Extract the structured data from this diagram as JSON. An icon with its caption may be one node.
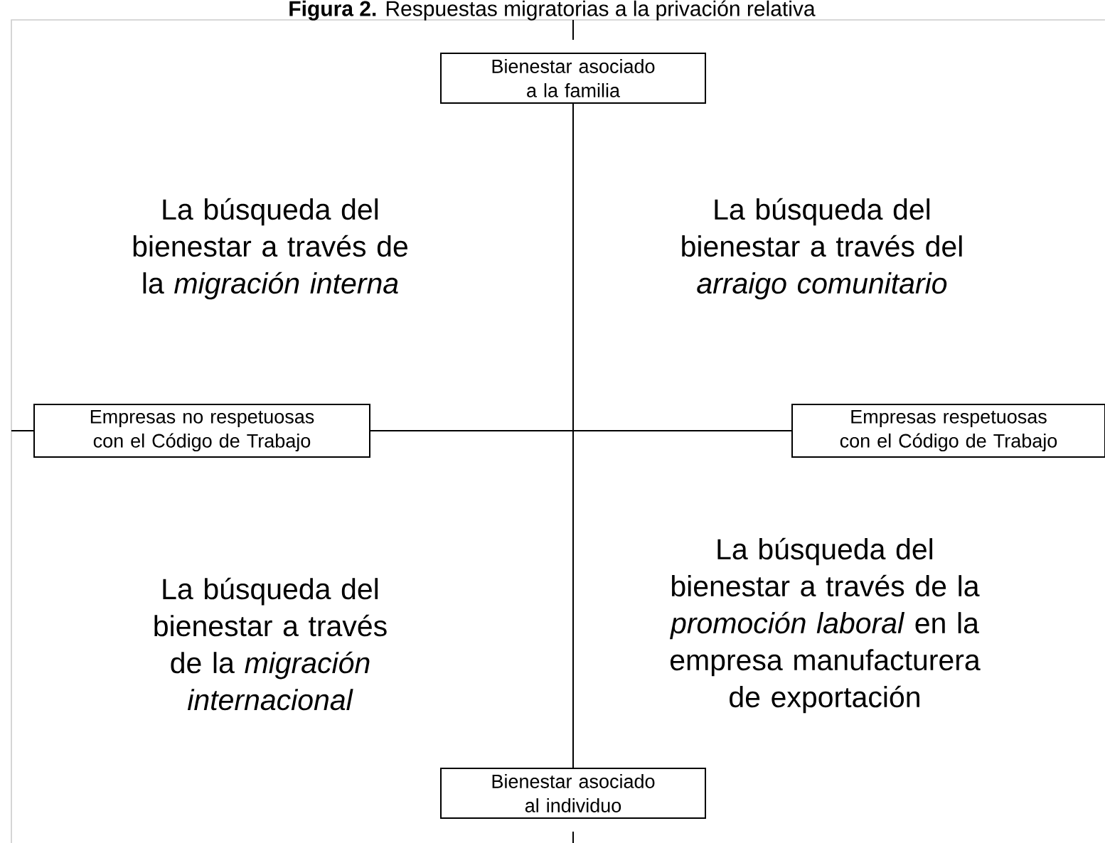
{
  "diagram": {
    "title": "**Figura 2.** Respuestas migratorias a la privación relativa",
    "nodes": [
      {
        "text": [
          "Bienestar asociado a la familia"
        ]
      },
      {
        "text": [
          "Empresas no respetuosas con el Código de Trabajo"
        ]
      },
      {
        "text": [
          "Empresas respetuosas con el Código de Trabajo"
        ]
      },
      {
        "text": [
          "Bienestar asociado al individuo"
        ]
      }
    ],
    "edges": [
      {
        "from": 0,
        "to": 3,
        "arrow": "none"
      },
      {
        "from": 1,
        "to": 2,
        "arrow": "none"
      }
    ],
    "labels": [
      "La búsqueda del bienestar a través de la *migración interna*",
      "La búsqueda del bienestar a través del *arraigo comunitario*",
      "La búsqueda del bienestar a través de la *migración internacional*",
      "La búsqueda del bienestar a través de la *promoción laboral* en la empresa manufacturera de exportación"
    ]
  }
}
